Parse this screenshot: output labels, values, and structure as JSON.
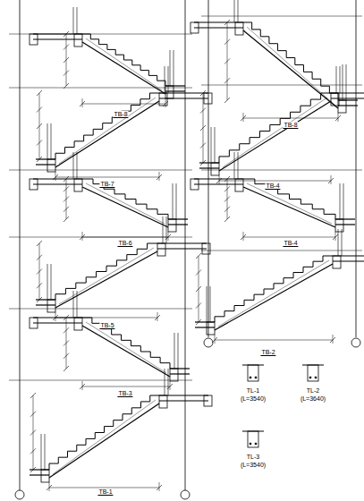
{
  "diagram": {
    "labels": [
      "TB-8",
      "TB-7",
      "TB-6",
      "TB-5",
      "TB-3",
      "TB-1",
      "TB-8",
      "TB-4",
      "TB-4",
      "TB-2",
      "TL-1",
      "(L=3540)",
      "TL-2",
      "(L=3640)",
      "TL-3",
      "(L=3540)"
    ]
  }
}
